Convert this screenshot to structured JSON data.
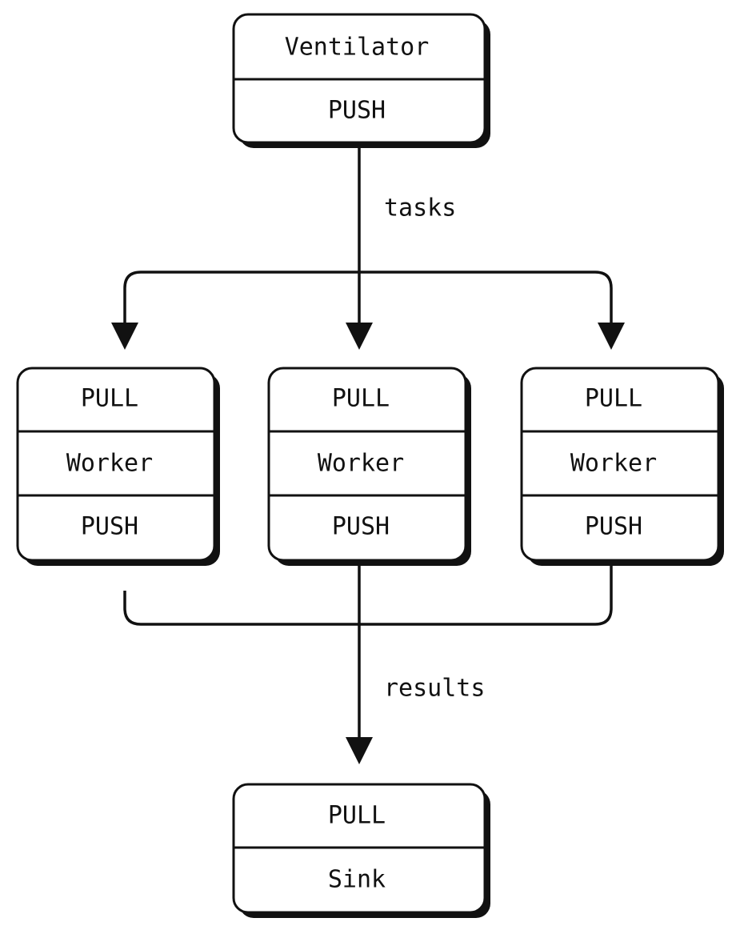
{
  "diagram": {
    "ventilator": {
      "cells": [
        "Ventilator",
        "PUSH"
      ]
    },
    "workers": [
      {
        "cells": [
          "PULL",
          "Worker",
          "PUSH"
        ]
      },
      {
        "cells": [
          "PULL",
          "Worker",
          "PUSH"
        ]
      },
      {
        "cells": [
          "PULL",
          "Worker",
          "PUSH"
        ]
      }
    ],
    "sink": {
      "cells": [
        "PULL",
        "Sink"
      ]
    },
    "edges": {
      "tasks_label": "tasks",
      "results_label": "results"
    }
  }
}
